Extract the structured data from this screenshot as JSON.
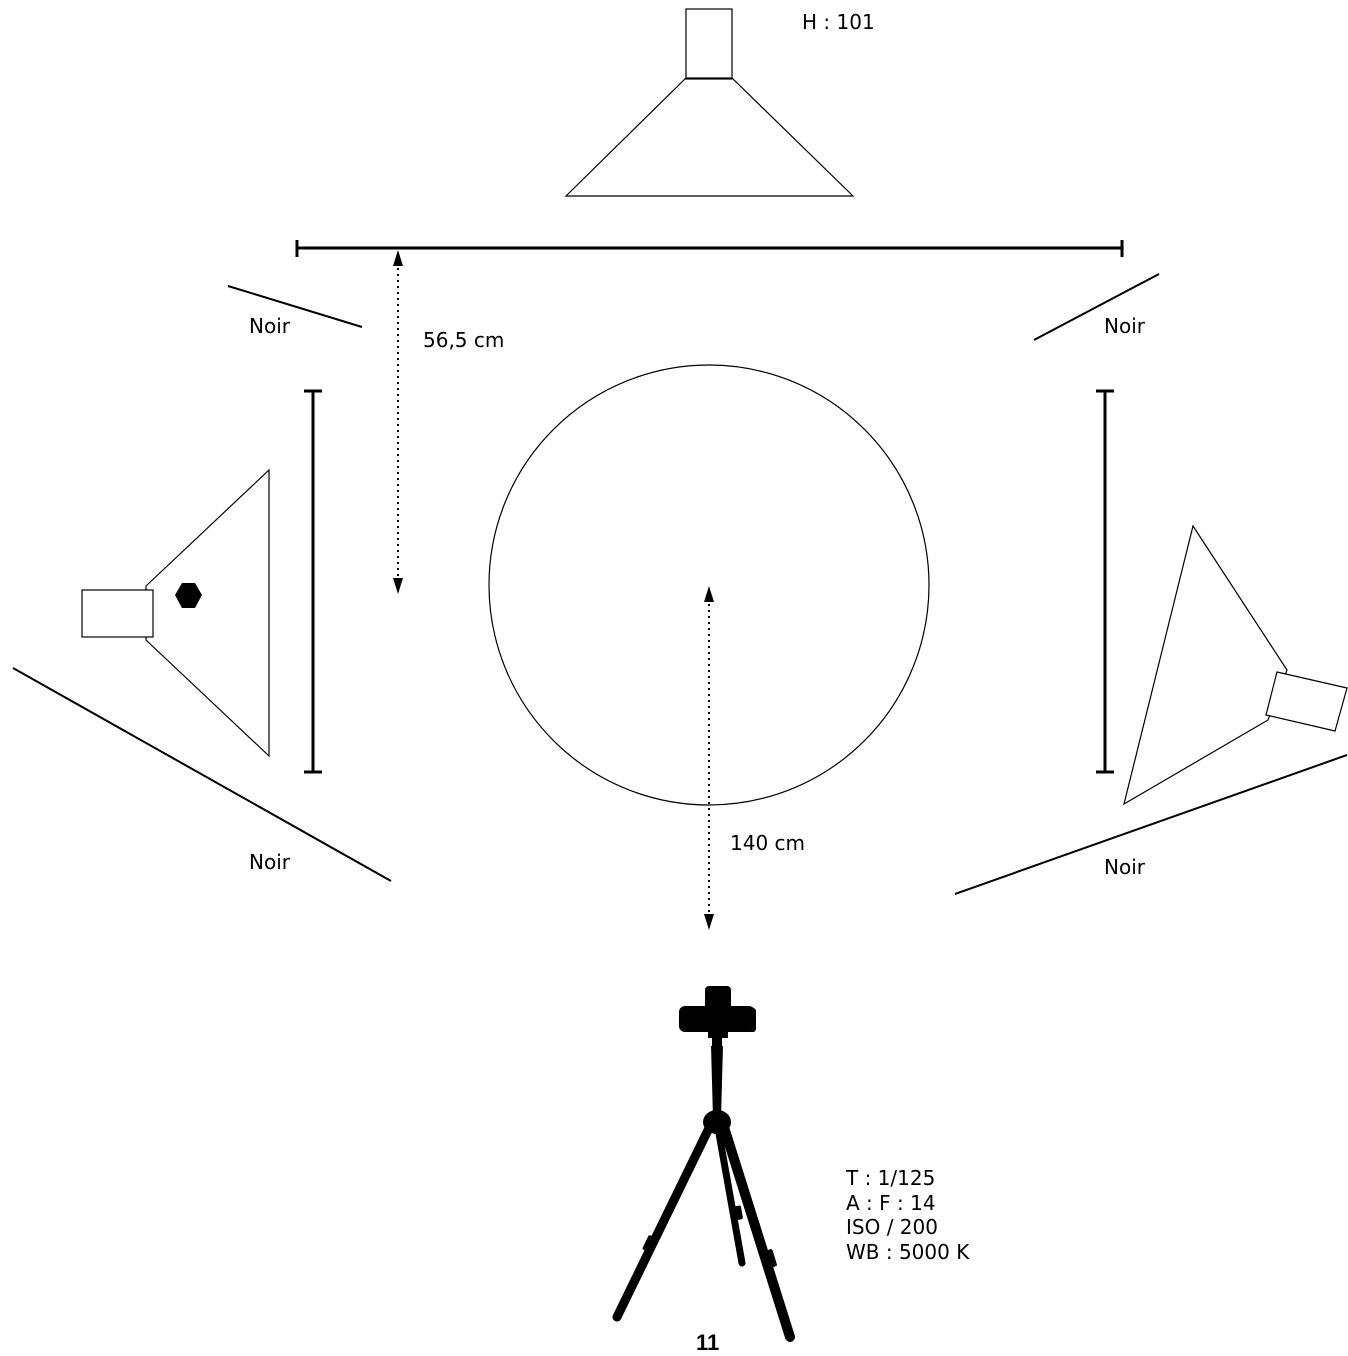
{
  "labels": {
    "height": "H : 101",
    "distance_top": "56,5 cm",
    "distance_camera": "140 cm",
    "flag_top_left": "Noir",
    "flag_top_right": "Noir",
    "flag_bottom_left": "Noir",
    "flag_bottom_right": "Noir"
  },
  "camera_settings": {
    "shutter": "T : 1/125",
    "aperture": "A : F : 14",
    "iso": "ISO / 200",
    "white_balance": "WB : 5000 K"
  },
  "page_number": "11",
  "colors": {
    "ink": "#000000",
    "background": "#ffffff"
  }
}
